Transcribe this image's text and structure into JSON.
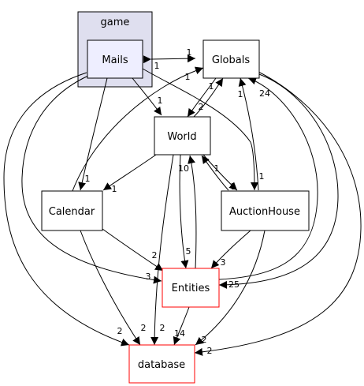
{
  "cluster": {
    "label": "game"
  },
  "nodes": {
    "mails": "Mails",
    "globals": "Globals",
    "world": "World",
    "calendar": "Calendar",
    "auctionhouse": "AuctionHouse",
    "entities": "Entities",
    "database": "database"
  },
  "edges": [
    {
      "from": "Mails",
      "to": "Globals",
      "label": "1",
      "reverse_label": "1"
    },
    {
      "from": "Mails",
      "to": "World",
      "label": "1"
    },
    {
      "from": "Mails",
      "to": "Calendar",
      "label": "1"
    },
    {
      "from": "Mails",
      "to": "AuctionHouse",
      "label": "1"
    },
    {
      "from": "Mails",
      "to": "Entities",
      "label": "3"
    },
    {
      "from": "Mails",
      "to": "database",
      "label": "2"
    },
    {
      "from": "World",
      "to": "Globals",
      "label": "1"
    },
    {
      "from": "Globals",
      "to": "World",
      "label": "2"
    },
    {
      "from": "World",
      "to": "Calendar",
      "label": "1"
    },
    {
      "from": "World",
      "to": "AuctionHouse",
      "label": "1"
    },
    {
      "from": "AuctionHouse",
      "to": "World",
      "label": "1"
    },
    {
      "from": "World",
      "to": "Entities",
      "label": "5"
    },
    {
      "from": "Entities",
      "to": "World",
      "label": "10"
    },
    {
      "from": "World",
      "to": "database",
      "label": "2"
    },
    {
      "from": "Calendar",
      "to": "Globals",
      "label": "1"
    },
    {
      "from": "Calendar",
      "to": "Entities",
      "label": "2"
    },
    {
      "from": "Calendar",
      "to": "database",
      "label": "2"
    },
    {
      "from": "AuctionHouse",
      "to": "Globals",
      "label": "1"
    },
    {
      "from": "AuctionHouse",
      "to": "Entities",
      "label": "3"
    },
    {
      "from": "AuctionHouse",
      "to": "database",
      "label": "2"
    },
    {
      "from": "Entities",
      "to": "Globals",
      "label": "24"
    },
    {
      "from": "Globals",
      "to": "Entities",
      "label": "25"
    },
    {
      "from": "Entities",
      "to": "database",
      "label": "14"
    },
    {
      "from": "Globals",
      "to": "database",
      "label": "2"
    }
  ]
}
